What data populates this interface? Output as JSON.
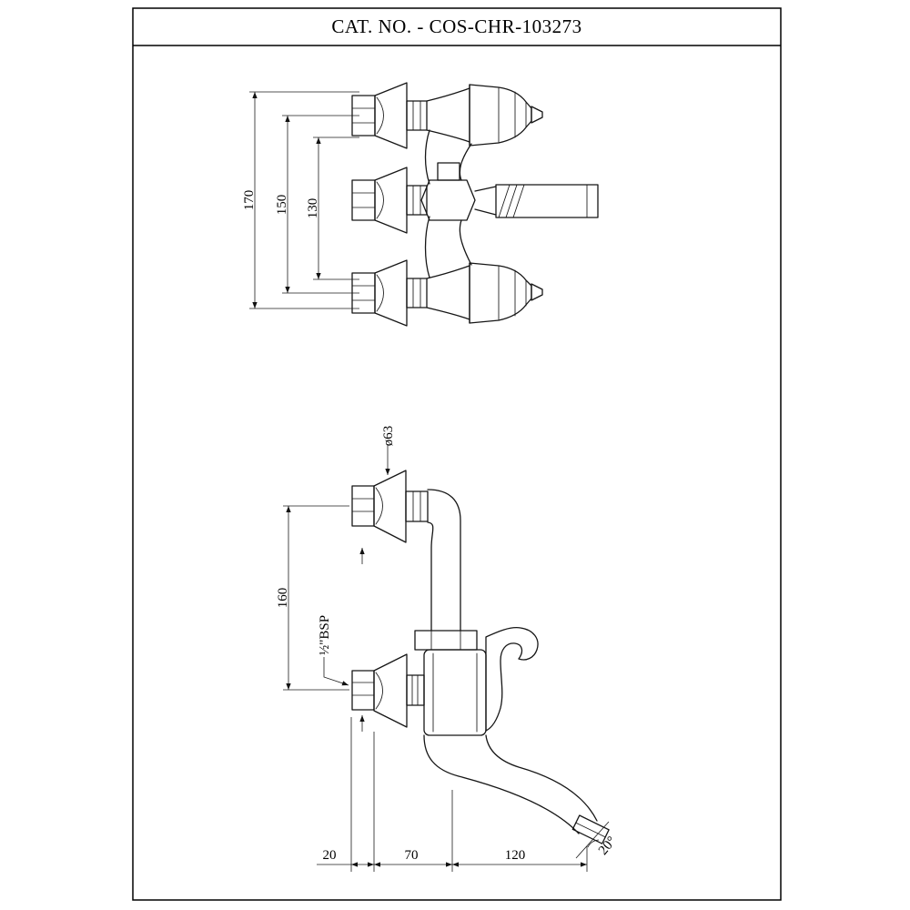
{
  "sheet": {
    "title": "CAT. NO. - COS-CHR-103273"
  },
  "front_view": {
    "dim_overall": "170",
    "dim_mid": "150",
    "dim_inner": "130"
  },
  "side_view": {
    "dim_flange_diameter": "ø63",
    "dim_height": "160",
    "dim_thread": "½\"BSP",
    "dim_wall_offset": "20",
    "dim_body_center": "70",
    "dim_spout_reach": "120",
    "dim_spout_angle": "20°"
  }
}
